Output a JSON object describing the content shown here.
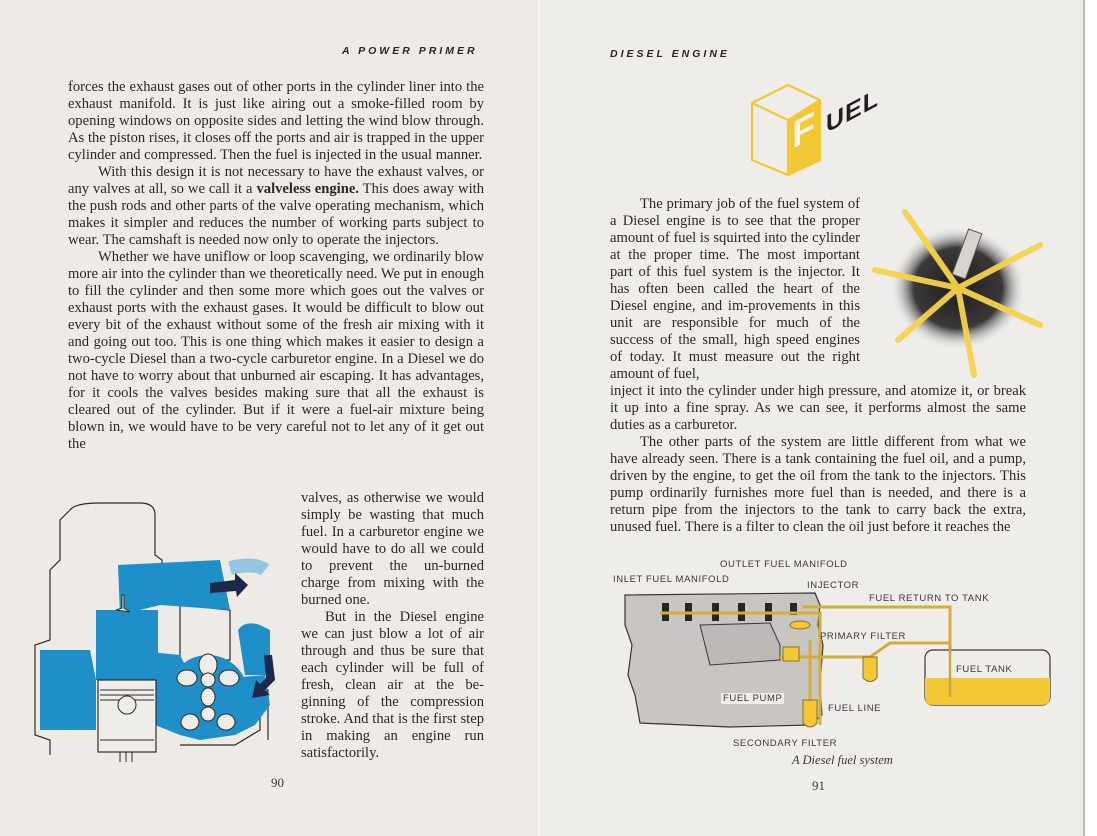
{
  "spread": {
    "left_page": {
      "running_head": "A POWER PRIMER",
      "page_number": "90",
      "paragraphs": [
        {
          "indent": false,
          "text": "forces the exhaust gases out of other ports in the cylinder liner into the exhaust manifold. It is just like airing out a smoke-filled room by opening windows on opposite sides and letting the wind blow through. As the piston rises, it closes off the ports and air is trapped in the upper cylinder and compressed. Then the fuel is injected in the usual manner."
        },
        {
          "indent": true,
          "before_bold": "With this design it is not necessary to have the exhaust valves, or any valves at all, so we call it a ",
          "bold": "valveless engine.",
          "after_bold": " This does away with the push rods and other parts of the valve operating mechanism, which makes it simpler and reduces the number of working parts subject to wear. The camshaft is needed now only to operate the injectors."
        },
        {
          "indent": true,
          "text": "Whether we have uniflow or loop scavenging, we ordinarily blow more air into the cylinder than we theoretically need. We put in enough to fill the cylinder and then some more which goes out the valves or exhaust ports with the exhaust gases. It would be difficult to blow out every bit of the exhaust without some of the fresh air mixing with it and going out too. This is one thing which makes it easier to design a two-cycle Diesel than a two-cycle carburetor engine. In a Diesel we do not have to worry about that unburned air escaping. It has advantages, for it cools the valves besides making sure that all the exhaust is cleared out of the cylinder. But if it were a fuel-air mixture being blown in, we would have to be very careful not to let any of it get out the"
        },
        {
          "indent": false,
          "text": "valves, as otherwise we would simply be wasting that much fuel. In a carburetor engine we would have to do all we could to prevent the un-burned charge from mixing with the burned one."
        },
        {
          "indent": true,
          "text": "But in the Diesel engine we can just blow a lot of air through and thus be sure that each cylinder will be full of fresh, clean air at the be-ginning of the compression stroke. And that is the first step in making an engine run satisfactorily."
        }
      ],
      "illustration": {
        "subject": "two-cycle engine cross-section with blower",
        "colors": {
          "fill": "#1f8fc9",
          "arrow": "#1c2a4a",
          "line": "#2e2a28"
        }
      }
    },
    "right_page": {
      "running_head": "DIESEL ENGINE",
      "page_number": "91",
      "section_title": {
        "boxed_letter": "F",
        "rest": "UEL",
        "cube_color": "#f2c835"
      },
      "paragraphs": [
        {
          "indent": true,
          "text": "The primary job of the fuel system of a Diesel engine is to see that the proper amount of fuel is squirted into the cylinder at the proper time. The most important part of this fuel system is the injector. It has often been called the heart of the Diesel engine, and im-provements in this unit are responsible for much of the success of the small, high speed engines of today. It must measure out the right amount of fuel,"
        },
        {
          "indent": false,
          "text": "inject it into the cylinder under high pressure, and atomize it, or break it up into a fine spray. As we can see, it performs almost the same duties as a carburetor."
        },
        {
          "indent": true,
          "text": "The other parts of the system are little different from what we have already seen. There is a tank containing the fuel oil, and a pump, driven by the engine, to get the oil from the tank to the injectors. This pump ordinarily furnishes more fuel than is needed, and there is a return pipe from the injectors to the tank to carry back the extra, unused fuel. There is a filter to clean the oil just before it reaches the"
        }
      ],
      "injector_illustration": {
        "subject": "injector nozzle spraying fuel",
        "spray_color": "#f5d34a"
      },
      "diagram": {
        "caption": "A Diesel fuel system",
        "labels": {
          "outlet_manifold": "OUTLET FUEL MANIFOLD",
          "inlet_manifold": "INLET FUEL MANIFOLD",
          "injector": "INJECTOR",
          "fuel_return": "FUEL RETURN TO TANK",
          "primary_filter": "PRIMARY FILTER",
          "fuel_tank": "FUEL TANK",
          "fuel_pump": "FUEL PUMP",
          "fuel_line": "FUEL LINE",
          "secondary_filter": "SECONDARY FILTER"
        },
        "colors": {
          "fuel": "#f2c835",
          "pipe": "#c9a640",
          "engine": "#c9c6c2",
          "outline": "#3a3634"
        }
      }
    }
  }
}
